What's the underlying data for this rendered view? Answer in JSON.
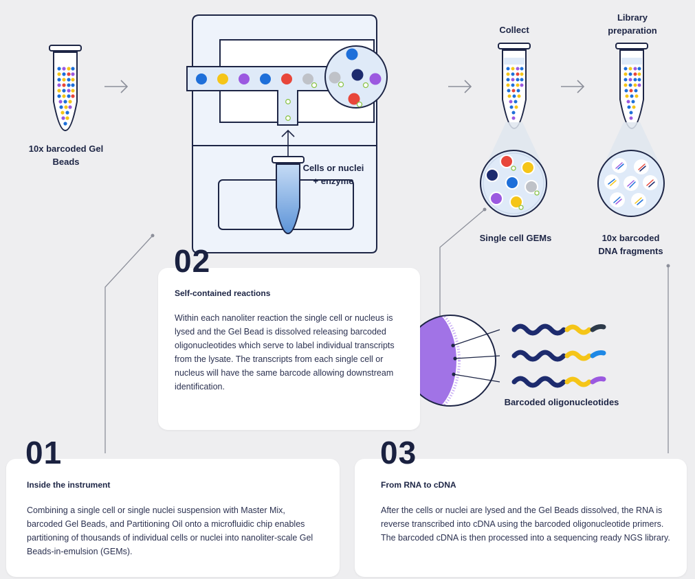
{
  "labels": {
    "gel_beads": "10x barcoded Gel Beads",
    "cells": "Cells or nuclei + enzyme",
    "collect": "Collect",
    "library": "Library preparation",
    "gems": "Single cell GEMs",
    "fragments": "10x barcoded DNA fragments",
    "oligos": "Barcoded oligonucleotides"
  },
  "steps": [
    {
      "number": "01",
      "title": "Inside the instrument",
      "body": "Combining a single cell or single nuclei suspension with Master Mix, barcoded Gel Beads, and Partitioning Oil onto a microfluidic chip enables partitioning of thousands of individual cells or nuclei into nanoliter-scale Gel Beads-in-emulsion (GEMs)."
    },
    {
      "number": "02",
      "title": "Self-contained reactions",
      "body": "Within each nanoliter reaction the single cell or nucleus is lysed and the Gel Bead is dissolved releasing barcoded oligonucleotides which serve to label individual transcripts from the lysate. The transcripts from each single cell or nucleus will have the same barcode allowing downstream identification."
    },
    {
      "number": "03",
      "title": "From RNA to cDNA",
      "body": "After the cells or nuclei are lysed and the Gel Beads dissolved, the RNA is reverse transcribed into cDNA using the barcoded oligonucleotide primers. The barcoded cDNA is then processed into a sequencing ready NGS library."
    }
  ],
  "colors": {
    "navy": "#1d2545",
    "blue": "#1e6fd9",
    "yellow": "#f5c518",
    "purple": "#9b59e0",
    "red": "#e8463a",
    "gray": "#bfc2c8",
    "green": "#8bc34a",
    "light_blue_bg": "#dfeaf8",
    "instrument_bg": "#eef3fb"
  },
  "icons": [
    "tube-icon",
    "arrow-right-icon",
    "arrow-up-icon",
    "instrument-icon",
    "gem-circle-icon",
    "oligo-strand-icon"
  ]
}
